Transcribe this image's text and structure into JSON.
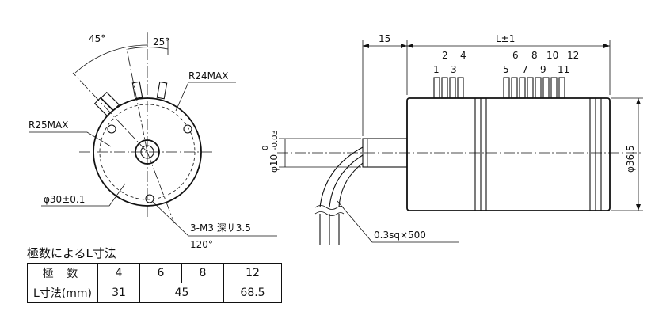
{
  "front_view": {
    "angle_outer": "45°",
    "angle_inner": "25°",
    "radius_max": "R24MAX",
    "radius_min": "R25MAX",
    "diameter": "φ30±0.1",
    "screw_spec": "3-M3 深サ3.5",
    "screw_angle": "120°"
  },
  "side_view": {
    "shaft_length": "15",
    "body_length": "L±1",
    "terminal_numbers_top": [
      "2",
      "4",
      "6",
      "8",
      "10",
      "12"
    ],
    "terminal_numbers_bottom": [
      "1",
      "3",
      "5",
      "7",
      "9",
      "11"
    ],
    "shaft_tolerance_upper": "0",
    "shaft_tolerance_lower": "-0.03",
    "shaft_diameter": "φ10",
    "body_diameter": "φ36.5",
    "cable_spec": "0.3sq×500"
  },
  "table": {
    "title": "極数によるL寸法",
    "header_label": "極 数",
    "row_label": "L寸法(mm)",
    "poles": [
      "4",
      "6",
      "8",
      "12"
    ],
    "lengths": [
      "31",
      "45",
      "68.5"
    ]
  }
}
